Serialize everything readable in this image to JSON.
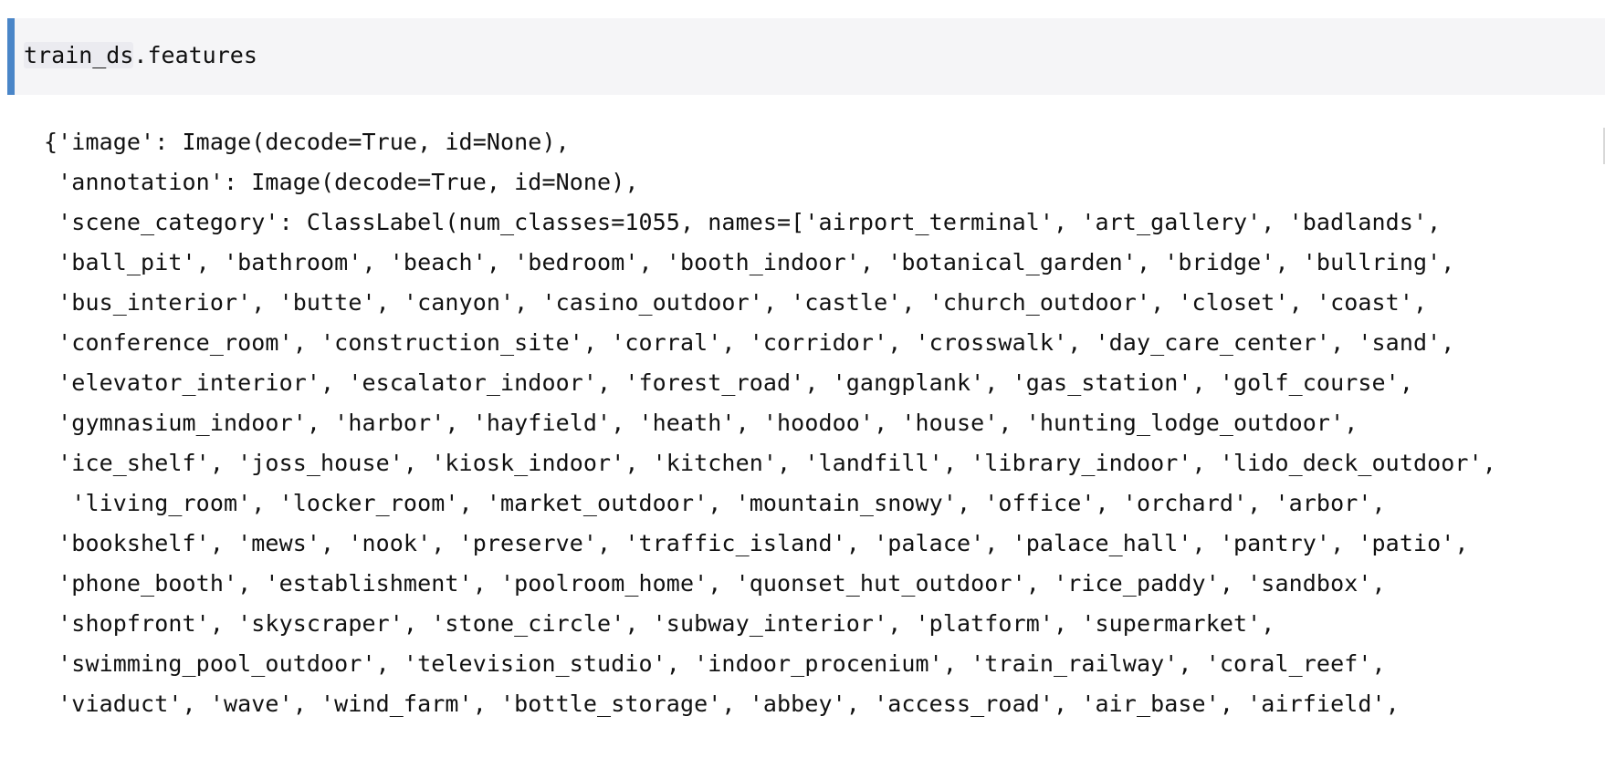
{
  "input_cell": {
    "variable": "train_ds",
    "rest": ".features"
  },
  "output_lines": [
    "{'image': Image(decode=True, id=None),",
    " 'annotation': Image(decode=True, id=None),",
    " 'scene_category': ClassLabel(num_classes=1055, names=['airport_terminal', 'art_gallery', 'badlands',",
    " 'ball_pit', 'bathroom', 'beach', 'bedroom', 'booth_indoor', 'botanical_garden', 'bridge', 'bullring',",
    " 'bus_interior', 'butte', 'canyon', 'casino_outdoor', 'castle', 'church_outdoor', 'closet', 'coast',",
    " 'conference_room', 'construction_site', 'corral', 'corridor', 'crosswalk', 'day_care_center', 'sand',",
    " 'elevator_interior', 'escalator_indoor', 'forest_road', 'gangplank', 'gas_station', 'golf_course',",
    " 'gymnasium_indoor', 'harbor', 'hayfield', 'heath', 'hoodoo', 'house', 'hunting_lodge_outdoor',",
    " 'ice_shelf', 'joss_house', 'kiosk_indoor', 'kitchen', 'landfill', 'library_indoor', 'lido_deck_outdoor',",
    "  'living_room', 'locker_room', 'market_outdoor', 'mountain_snowy', 'office', 'orchard', 'arbor',",
    " 'bookshelf', 'mews', 'nook', 'preserve', 'traffic_island', 'palace', 'palace_hall', 'pantry', 'patio',",
    " 'phone_booth', 'establishment', 'poolroom_home', 'quonset_hut_outdoor', 'rice_paddy', 'sandbox',",
    " 'shopfront', 'skyscraper', 'stone_circle', 'subway_interior', 'platform', 'supermarket',",
    " 'swimming_pool_outdoor', 'television_studio', 'indoor_procenium', 'train_railway', 'coral_reef',",
    " 'viaduct', 'wave', 'wind_farm', 'bottle_storage', 'abbey', 'access_road', 'air_base', 'airfield',"
  ],
  "colors": {
    "cell_marker": "#4a86c8",
    "input_background": "#f5f5f7",
    "text": "#111111"
  }
}
